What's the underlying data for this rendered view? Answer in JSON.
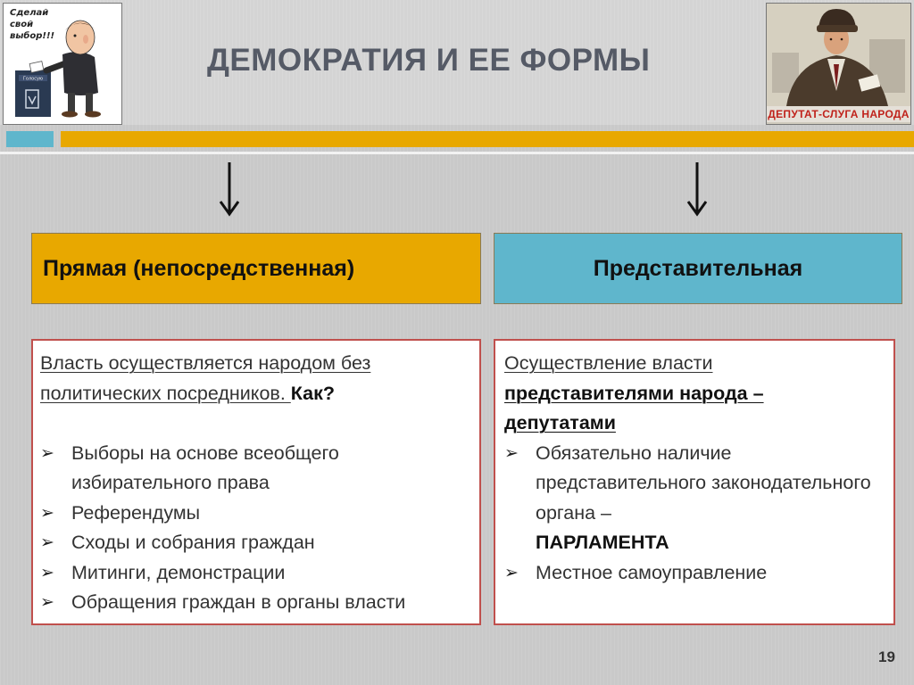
{
  "title": "ДЕМОКРАТИЯ И ЕЕ ФОРМЫ",
  "left_picture": {
    "caption_line1": "Сделай свой",
    "caption_line2": "выбор!!!",
    "ballot_label": "Голосую"
  },
  "right_picture": {
    "caption": "ДЕПУТАТ-СЛУГА НАРОДА"
  },
  "colors": {
    "gold": "#e8a800",
    "cyan": "#5fb6cc",
    "box_border": "#c0504d",
    "title": "#555a66"
  },
  "columns": {
    "direct": {
      "heading": "Прямая (непосредственная)",
      "intro_underlined": "Власть осуществляется народом без политических посредников. ",
      "intro_bold": "Как?",
      "bullets": [
        "Выборы на основе всеобщего избирательного права",
        "Референдумы",
        "Сходы и собрания граждан",
        "Митинги, демонстрации",
        "Обращения граждан в органы власти"
      ]
    },
    "representative": {
      "heading": "Представительная",
      "intro_underlined": "Осуществление власти",
      "intro_bold_underlined_1": "представителями народа –",
      "intro_bold_underlined_2": "депутатами",
      "bullet1": "Обязательно наличие представительного законодательного органа –",
      "bullet1_bold": "ПАРЛАМЕНТА",
      "bullet2": "Местное самоуправление"
    }
  },
  "bullet_glyph": "➢",
  "page_number": "19"
}
